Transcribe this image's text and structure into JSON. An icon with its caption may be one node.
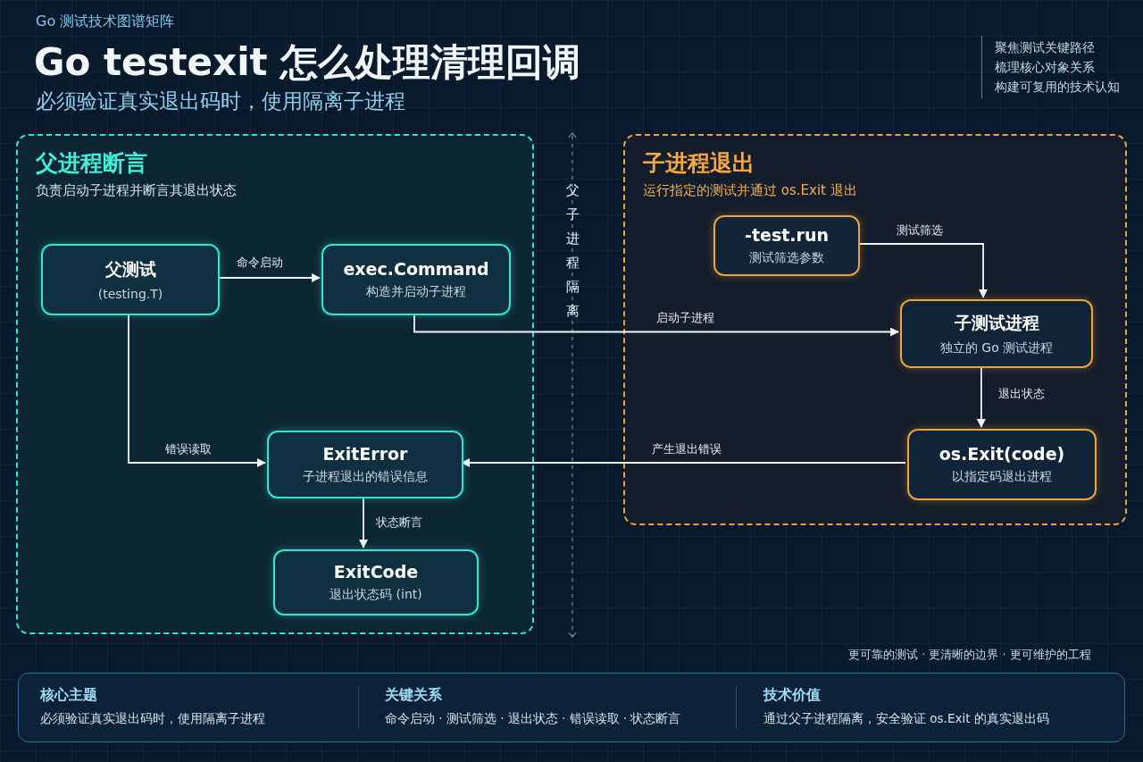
{
  "diagram": {
    "title": "Go testexit 怎么处理清理回调",
    "nodes": [
      {
        "text": [
          "父进程断言",
          "负责启动子进程并断言其退出状态"
        ]
      },
      {
        "text": [
          "父测试",
          "(testing.T)"
        ],
        "in": 0
      },
      {
        "text": [
          "exec.Command",
          "构造并启动子进程"
        ],
        "in": 0
      },
      {
        "text": [
          "ExitError",
          "子进程退出的错误信息"
        ],
        "in": 0
      },
      {
        "text": [
          "ExitCode",
          "退出状态码 (int)"
        ],
        "in": 0
      },
      {
        "text": [
          "子进程退出",
          "运行指定的测试并通过 os.Exit 退出"
        ]
      },
      {
        "text": [
          "-test.run",
          "测试筛选参数"
        ],
        "in": 5
      },
      {
        "text": [
          "子测试进程",
          "独立的 Go 测试进程"
        ],
        "in": 5
      },
      {
        "text": [
          "os.Exit(code)",
          "以指定码退出进程"
        ],
        "in": 5
      },
      {
        "text": [
          "核心主题",
          "必须验证真实退出码时，使用隔离子进程",
          "关键关系",
          "命令启动 · 测试筛选 · 退出状态 · 错误读取 · 状态断言",
          "技术价值",
          "通过父子进程隔离，安全验证 os.Exit 的真实退出码"
        ]
      }
    ],
    "edges": [
      {
        "from": 1,
        "to": 2,
        "arrow": "to",
        "label": "命令启动"
      },
      {
        "from": 6,
        "to": 7,
        "arrow": "to",
        "label": "测试筛选"
      },
      {
        "from": 2,
        "to": 7,
        "arrow": "to",
        "label": "启动子进程"
      },
      {
        "from": 7,
        "to": 8,
        "arrow": "to",
        "label": "退出状态"
      },
      {
        "from": 8,
        "to": 3,
        "arrow": "to",
        "label": "产生退出错误"
      },
      {
        "from": 1,
        "to": 3,
        "arrow": "to",
        "label": "错误读取"
      },
      {
        "from": 3,
        "to": 4,
        "arrow": "to",
        "label": "状态断言"
      }
    ],
    "labels": [
      "Go 测试技术图谱矩阵",
      "必须验证真实退出码时，使用隔离子进程",
      "聚焦测试关键路径",
      "梳理核心对象关系",
      "构建可复用的技术认知",
      "父子进程隔离",
      "更可靠的测试 · 更清晰的边界 · 更可维护的工程"
    ]
  }
}
